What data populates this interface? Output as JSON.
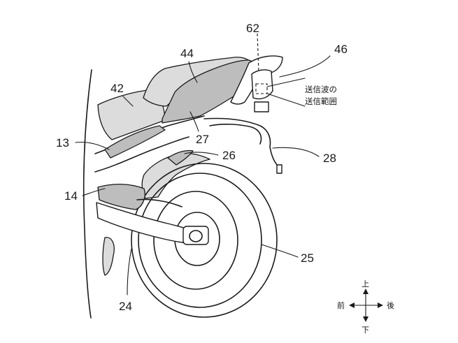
{
  "labels": {
    "l13": "13",
    "l14": "14",
    "l24": "24",
    "l25": "25",
    "l26": "26",
    "l27": "27",
    "l28": "28",
    "l42": "42",
    "l44": "44",
    "l46": "46",
    "l62": "62"
  },
  "range_note": {
    "line1": "送信波の",
    "line2": "送信範囲"
  },
  "directions": {
    "up": "上",
    "down": "下",
    "front": "前",
    "rear": "後"
  }
}
